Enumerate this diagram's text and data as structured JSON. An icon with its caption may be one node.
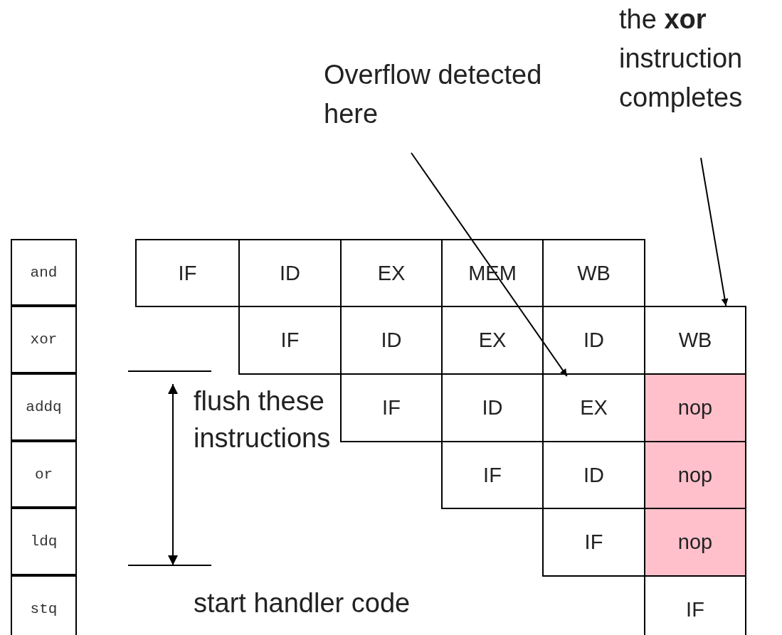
{
  "diagram": {
    "nodes": [
      {
        "text": [
          "Overflow detected here"
        ]
      },
      {
        "text": [
          "the **xor** instruction completes"
        ]
      },
      {
        "text": [
          "and"
        ]
      },
      {
        "text": [
          "IF"
        ]
      },
      {
        "text": [
          "ID"
        ]
      },
      {
        "text": [
          "EX"
        ]
      },
      {
        "text": [
          "MEM"
        ]
      },
      {
        "text": [
          "WB"
        ]
      },
      {
        "text": [
          "xor"
        ]
      },
      {
        "text": [
          "IF"
        ]
      },
      {
        "text": [
          "ID"
        ]
      },
      {
        "text": [
          "EX"
        ]
      },
      {
        "text": [
          "ID"
        ]
      },
      {
        "text": [
          "WB"
        ]
      },
      {
        "text": [
          "addq"
        ]
      },
      {
        "text": [
          "IF"
        ]
      },
      {
        "text": [
          "ID"
        ]
      },
      {
        "text": [
          "EX"
        ]
      },
      {
        "text": [
          "nop"
        ]
      },
      {
        "text": [
          "or"
        ]
      },
      {
        "text": [
          "IF"
        ]
      },
      {
        "text": [
          "ID"
        ]
      },
      {
        "text": [
          "nop"
        ]
      },
      {
        "text": [
          "ldq"
        ]
      },
      {
        "text": [
          "IF"
        ]
      },
      {
        "text": [
          "nop"
        ]
      },
      {
        "text": [
          "stq"
        ]
      },
      {
        "text": [
          "IF"
        ]
      }
    ],
    "edges": [
      {
        "from": 0,
        "to": 17,
        "arrow": "to"
      },
      {
        "from": 1,
        "to": 13,
        "arrow": "to"
      }
    ],
    "labels": [
      "flush these instructions",
      "start handler code"
    ]
  }
}
